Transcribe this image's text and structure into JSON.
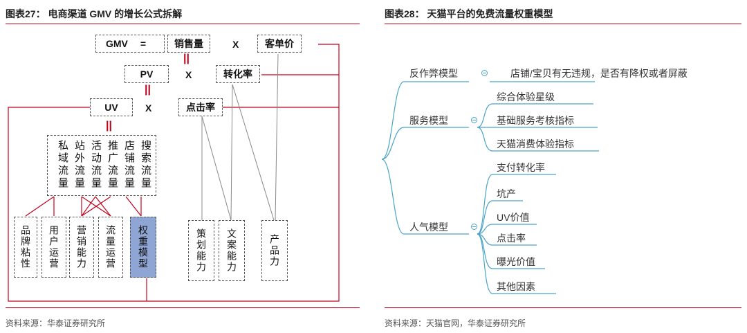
{
  "left": {
    "title": "图表27：  电商渠道 GMV 的增长公式拆解",
    "gmv": "GMV",
    "eq1": "=",
    "sales": "销售量",
    "x1": "X",
    "price": "客单价",
    "pv": "PV",
    "x2": "X",
    "conversion": "转化率",
    "uv": "UV",
    "x3": "X",
    "ctr": "点击率",
    "eq_mark": "||",
    "channels": [
      "私域流量",
      "站外流量",
      "活动流量",
      "推广流量",
      "店铺流量",
      "搜索流量"
    ],
    "capabilities": [
      "品牌粘性",
      "用户运营",
      "营销能力",
      "流量运营",
      "权重模型"
    ],
    "abilities": [
      "策划能力",
      "文案能力",
      "产品力"
    ],
    "source": "资料来源：华泰证券研究所",
    "colors": {
      "accent": "#c0001a",
      "highlight": "#8fa5d4"
    }
  },
  "right": {
    "title": "图表28：  天猫平台的免费流量权重模型",
    "anti_fraud": {
      "label": "反作弊模型",
      "leaf": "店铺/宝贝有无违规，是否有降权或者屏蔽"
    },
    "service": {
      "label": "服务模型",
      "leaves": [
        "综合体验星级",
        "基础服务考核指标",
        "天猫消费体验指标"
      ]
    },
    "popularity": {
      "label": "人气模型",
      "leaves": [
        "支付转化率",
        "坑产",
        "UV价值",
        "点击率",
        "曝光价值",
        "其他因素"
      ]
    },
    "source": "资料来源：天猫官网，华泰证券研究所",
    "colors": {
      "branch": "#4aa3c9"
    }
  }
}
